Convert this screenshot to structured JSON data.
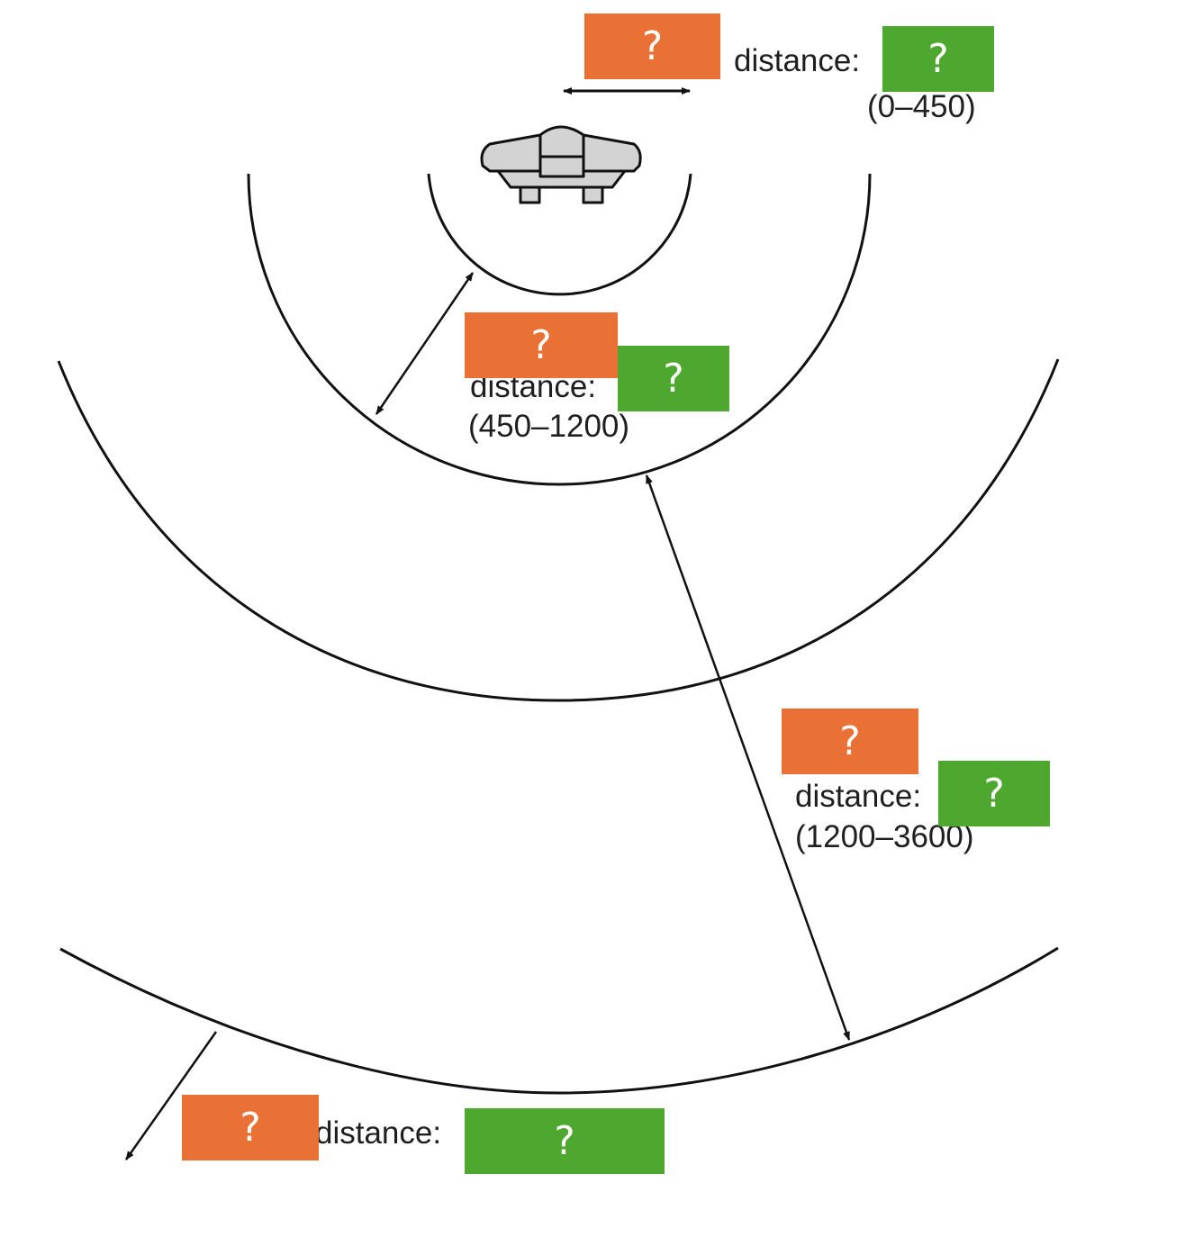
{
  "colors": {
    "orange_mask": "#E97135",
    "green_mask": "#4EA72E",
    "line": "#111111",
    "device_fill": "#d3d3d3",
    "text": "#1f1f1f"
  },
  "device": {
    "icon": "overhead-speaker-device-icon"
  },
  "zones": [
    {
      "id": "intimate",
      "name_masked": "?",
      "distance_label": "distance:",
      "value_masked": "?",
      "range": "(0–450)"
    },
    {
      "id": "personal",
      "name_masked": "?",
      "distance_label": "distance:",
      "value_masked": "?",
      "range": "(450–1200)"
    },
    {
      "id": "social",
      "name_masked": "?",
      "distance_label": "distance:",
      "value_masked": "?",
      "range": "(1200–3600)"
    },
    {
      "id": "public",
      "name_masked": "?",
      "distance_label": "distance:",
      "value_masked": "?"
    }
  ]
}
